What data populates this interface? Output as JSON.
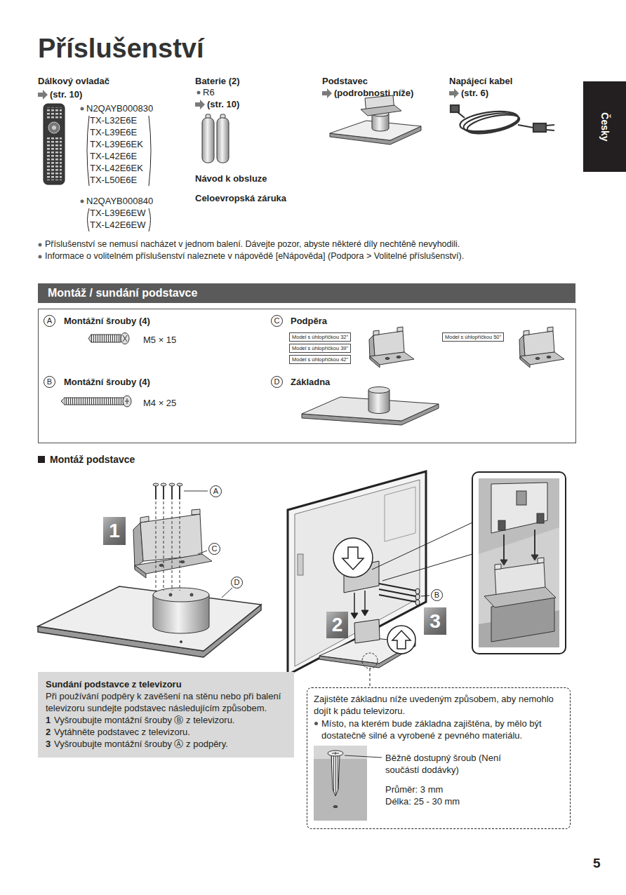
{
  "diagram": {
    "title": "Příslušenství",
    "nodes": [
      {
        "text": [
          "Česky"
        ]
      },
      {
        "text": [
          "Montáž / sundání podstavce"
        ]
      },
      {
        "text": [
          "Montážní šrouby (4)",
          "M5 × 15",
          "Montážní šrouby (4)",
          "M4 × 25",
          "Podpěra",
          "Základna"
        ]
      },
      {
        "text": [
          "A"
        ],
        "in": 2
      },
      {
        "text": [
          "B"
        ],
        "in": 2
      },
      {
        "text": [
          "C"
        ],
        "in": 2
      },
      {
        "text": [
          "D"
        ],
        "in": 2
      },
      {
        "text": [
          "Model s úhlopříčkou 32\""
        ],
        "in": 2
      },
      {
        "text": [
          "Model s úhlopříčkou 39\""
        ],
        "in": 2
      },
      {
        "text": [
          "Model s úhlopříčkou 42\""
        ],
        "in": 2
      },
      {
        "text": [
          "Model s úhlopříčkou 50\""
        ],
        "in": 2
      },
      {
        "text": [
          "1"
        ]
      },
      {
        "text": [
          "A"
        ]
      },
      {
        "text": [
          "C"
        ]
      },
      {
        "text": [
          "D"
        ]
      },
      {
        "text": [
          "B"
        ]
      },
      {
        "text": [
          "2"
        ]
      },
      {
        "text": [
          "3"
        ]
      },
      {
        "text": [
          "Sundání podstavce z televizoru",
          "Při používání podpěry k zavěšení na stěnu nebo při balení televizoru sundejte podstavec následujícím způsobem.",
          "1",
          "Vyšroubujte montážní šrouby Ⓑ z televizoru.",
          "2",
          "Vytáhněte podstavec z televizoru.",
          "3",
          "Vyšroubujte montážní šrouby Ⓐ z podpěry."
        ]
      },
      {
        "text": [
          "Zajistěte základnu níže uvedeným způsobem, aby nemohlo dojít k pádu televizoru.",
          "Místo, na kterém bude základna zajištěna, by mělo být dostatečně silné a vyrobené z pevného materiálu.",
          "Běžně dostupný šroub (Není součástí dodávky)",
          "Průměr: 3 mm",
          "Délka: 25 - 30 mm"
        ]
      }
    ],
    "labels": [
      "Dálkový ovladač",
      "(str. 10)",
      "N2QAYB000830",
      "TX-L32E6E",
      "TX-L39E6E",
      "TX-L39E6EK",
      "TX-L42E6E",
      "TX-L42E6EK",
      "TX-L50E6E",
      "N2QAYB000840",
      "TX-L39E6EW",
      "TX-L42E6EW",
      "Baterie (2)",
      "R6",
      "(str. 10)",
      "Návod k obsluze",
      "Celoevropská záruka",
      "Podstavec",
      "(podrobnosti níže)",
      "Napájecí kabel",
      "(str. 6)",
      "Příslušenství se nemusí nacházet v jednom balení. Dávejte pozor, abyste některé díly nechtěně nevyhodili.",
      "Informace o volitelném příslušenství naleznete v nápovědě [eNápověda] (Podpora > Volitelné příslušenství).",
      "Montáž podstavce",
      "5"
    ]
  }
}
